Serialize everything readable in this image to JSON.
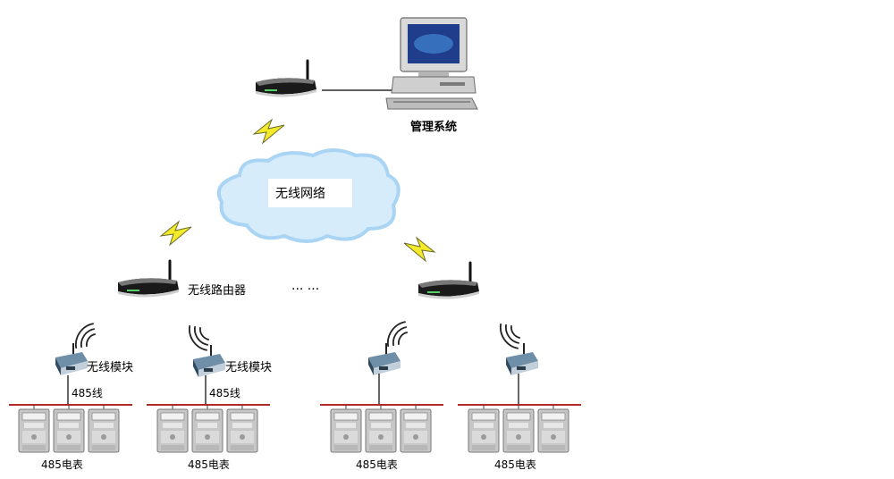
{
  "labels": {
    "management_system": "管理系统",
    "wireless_network": "无线网络",
    "wireless_router": "无线路由器",
    "ellipsis": "··· ···",
    "wireless_module": "无线模块",
    "line_485": "485线",
    "meter_485": "485电表"
  },
  "colors": {
    "cloud_fill": "#d6ecfb",
    "cloud_edge": "#a9d4f3",
    "bus_line": "#b02a2a",
    "lightning": "#f3ea2a",
    "screen": "#1f3d8a"
  },
  "icons": {
    "computer": "computer-icon",
    "router": "wireless-router-icon",
    "module": "wireless-module-icon",
    "meter": "electric-meter-icon",
    "signal": "wifi-signal-icon",
    "lightning": "lightning-icon"
  }
}
